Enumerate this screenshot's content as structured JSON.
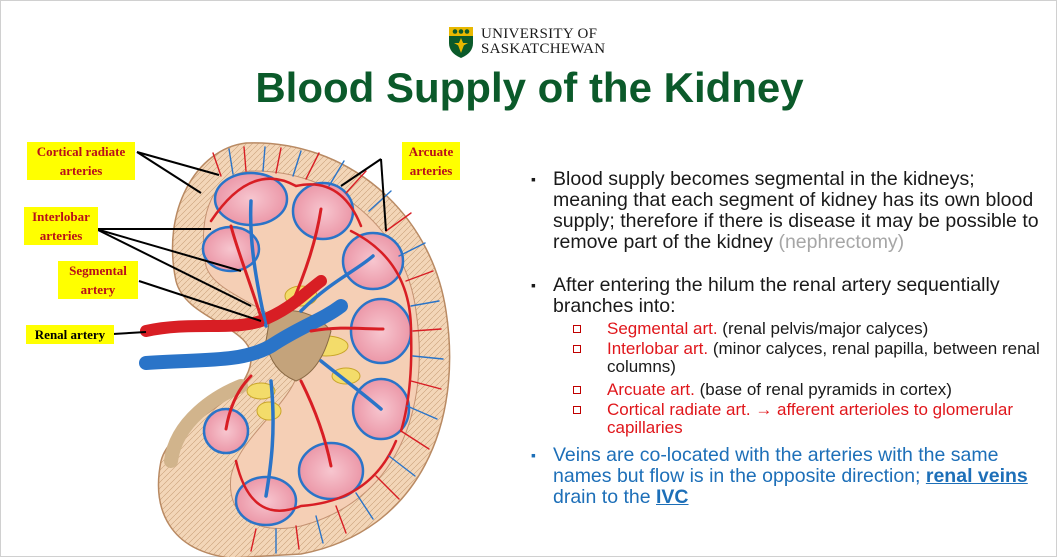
{
  "header": {
    "logo_line1": "UNIVERSITY OF",
    "logo_line2": "SASKATCHEWAN",
    "title": "Blood Supply of the Kidney"
  },
  "labels": {
    "cortical_radiate_l1": "Cortical radiate",
    "cortical_radiate_l2": "arteries",
    "interlobar_l1": "Interlobar",
    "interlobar_l2": "arteries",
    "segmental_l1": "Segmental",
    "segmental_l2": "artery",
    "renal_artery": "Renal artery",
    "arcuate_l1": "Arcuate",
    "arcuate_l2": "arteries"
  },
  "bullets": {
    "b1_text": "Blood supply becomes segmental in the kidneys; meaning that each segment of kidney has its own blood supply; therefore if there is disease it may be possible to remove part of the kidney",
    "b1_gray": "(nephrectomy)",
    "b2_text": "After entering the hilum the renal artery sequentially branches into:",
    "sub": [
      {
        "red": "Segmental art.",
        "black": "(renal pelvis/major calyces)"
      },
      {
        "red": "Interlobar art.",
        "black": "(minor calyces, renal papilla, between renal columns)"
      },
      {
        "red": "Arcuate art.",
        "black": "(base of renal pyramids in cortex)"
      },
      {
        "red": "Cortical radiate art. → afferent arterioles to glomerular capillaries",
        "black": ""
      }
    ],
    "b3_text": "Veins are co-located with the arteries with the same names but flow is in the opposite direction;",
    "b3_link1": "renal veins",
    "b3_mid": "drain to the",
    "b3_link2": "IVC"
  },
  "colors": {
    "title_green": "#0b5a2a",
    "callout_yellow": "#ffff00",
    "artery_red": "#e0161b",
    "vein_blue": "#1d6fb8"
  }
}
